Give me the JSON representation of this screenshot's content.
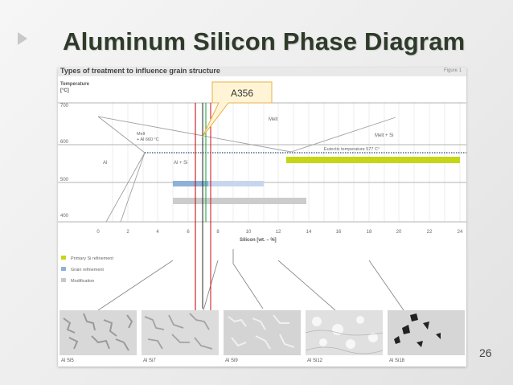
{
  "slide": {
    "title": "Aluminum Silicon Phase Diagram",
    "page_number": "26"
  },
  "figure": {
    "title": "Types of treatment to influence grain structure",
    "label": "Figure 1",
    "y_axis_title_line1": "Temperature",
    "y_axis_title_line2": "[°C]",
    "x_axis_title": "Silicon [wt. – %]",
    "y_ticks": [
      "700",
      "600",
      "500",
      "400"
    ],
    "x_ticks": [
      "0",
      "2",
      "4",
      "6",
      "8",
      "10",
      "12",
      "14",
      "16",
      "18",
      "20",
      "22",
      "24"
    ],
    "region_labels": {
      "melt": "Melt",
      "melt_al": "Melt",
      "melt_al_line2": "+ Al 660 °C",
      "melt_si": "Melt + Si",
      "eutectic": "Eutectic temperature 577 C°",
      "al": "Al",
      "al_si": "Al + Si"
    },
    "legend": [
      {
        "label": "Primary Si refinement",
        "color": "#c5d615"
      },
      {
        "label": "Grain refinement",
        "color": "#8fb0d8"
      },
      {
        "label": "Modification",
        "color": "#c8c8c8"
      }
    ],
    "callout": "A356",
    "micrographs": [
      {
        "label": "Al Si5"
      },
      {
        "label": "Al Si7"
      },
      {
        "label": "Al Si9"
      },
      {
        "label": "Al Si12"
      },
      {
        "label": "Al Si18"
      }
    ]
  },
  "colors": {
    "title": "#2f3b2a",
    "red_line": "#cc1111",
    "green_line": "#22aa44",
    "black_line": "#111111",
    "callout_fill": "#fff5d6",
    "callout_border": "#e8b04a"
  }
}
